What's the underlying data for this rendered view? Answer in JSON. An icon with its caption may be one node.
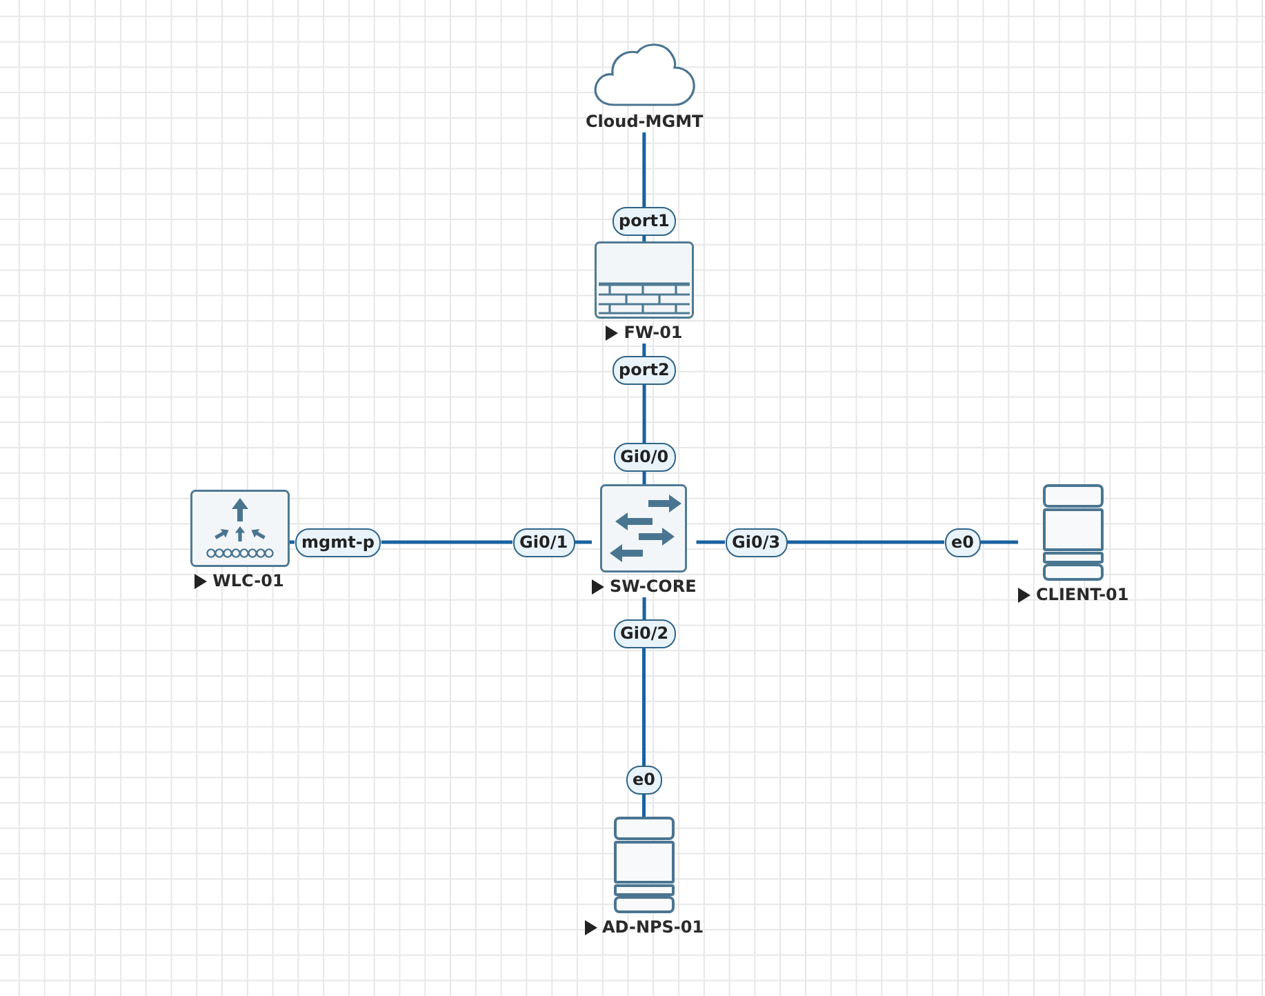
{
  "diagram": {
    "nodes": [
      {
        "text": [
          "Cloud-MGMT"
        ]
      },
      {
        "text": [
          "port1"
        ]
      },
      {
        "text": [
          "FW-01"
        ]
      },
      {
        "text": [
          "port2"
        ]
      },
      {
        "text": [
          "Gi0/0"
        ]
      },
      {
        "text": [
          "WLC-01"
        ]
      },
      {
        "text": [
          "mgmt-p"
        ]
      },
      {
        "text": [
          "Gi0/1"
        ]
      },
      {
        "text": [
          "SW-CORE"
        ]
      },
      {
        "text": [
          "Gi0/3"
        ]
      },
      {
        "text": [
          "e0"
        ]
      },
      {
        "text": [
          "CLIENT-01"
        ]
      },
      {
        "text": [
          "Gi0/2"
        ]
      },
      {
        "text": [
          "e0"
        ]
      },
      {
        "text": [
          "AD-NPS-01"
        ]
      }
    ],
    "edges": [
      {
        "from": 0,
        "to": 1,
        "arrow": "none"
      },
      {
        "from": 1,
        "to": 2,
        "arrow": "none"
      },
      {
        "from": 2,
        "to": 3,
        "arrow": "none"
      },
      {
        "from": 3,
        "to": 4,
        "arrow": "none"
      },
      {
        "from": 4,
        "to": 8,
        "arrow": "none"
      },
      {
        "from": 5,
        "to": 6,
        "arrow": "none"
      },
      {
        "from": 6,
        "to": 7,
        "arrow": "none"
      },
      {
        "from": 7,
        "to": 8,
        "arrow": "none"
      },
      {
        "from": 8,
        "to": 9,
        "arrow": "none"
      },
      {
        "from": 9,
        "to": 10,
        "arrow": "none"
      },
      {
        "from": 10,
        "to": 11,
        "arrow": "none"
      },
      {
        "from": 8,
        "to": 12,
        "arrow": "none"
      },
      {
        "from": 12,
        "to": 13,
        "arrow": "none"
      },
      {
        "from": 13,
        "to": 14,
        "arrow": "none"
      }
    ]
  }
}
